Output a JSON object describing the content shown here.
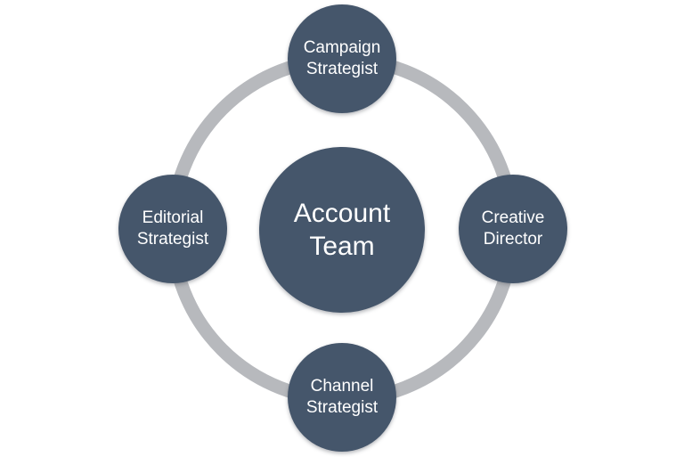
{
  "diagram": {
    "type": "cycle",
    "center": {
      "label": "Account Team"
    },
    "nodes": [
      {
        "position": "top",
        "label": "Campaign Strategist"
      },
      {
        "position": "right",
        "label": "Creative Director"
      },
      {
        "position": "bottom",
        "label": "Channel Strategist"
      },
      {
        "position": "left",
        "label": "Editorial Strategist"
      }
    ],
    "colors": {
      "node_fill": "#45566b",
      "ring": "#b7b9bd",
      "label_text": "#ffffff",
      "background": "#ffffff"
    }
  }
}
